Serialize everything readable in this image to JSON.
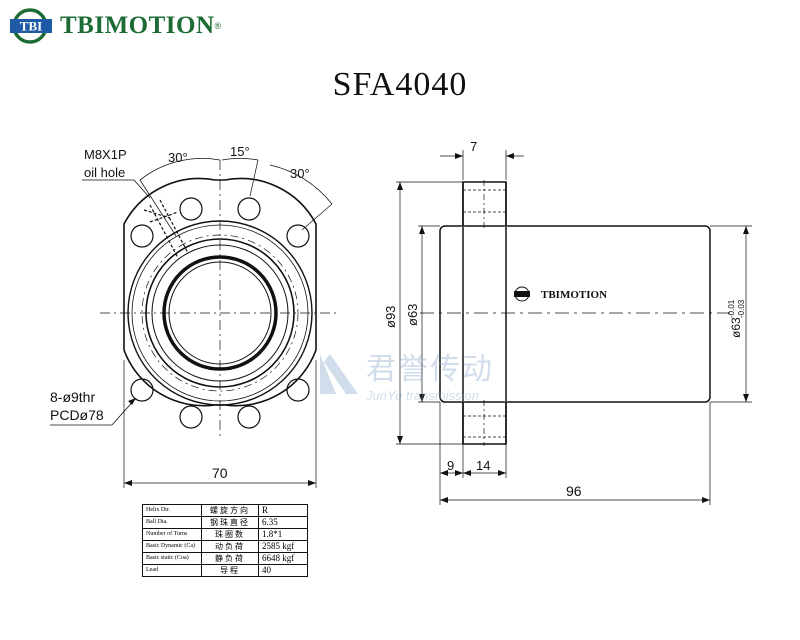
{
  "brand": {
    "badge": "TBI",
    "name": "TBIMOTION",
    "reg": "®"
  },
  "title": "SFA4040",
  "colors": {
    "brand_green": "#1d6b34",
    "brand_blue": "#1f5aa6",
    "line": "#111111",
    "watermark": "#7ea0c8"
  },
  "front_view": {
    "oil_hole_label_1": "M8X1P",
    "oil_hole_label_2": "oil hole",
    "angle_1": "30°",
    "angle_2": "15°",
    "angle_3": "30°",
    "bolt_label_1": "8-ø9thr",
    "bolt_label_2": "PCDø78",
    "width": "70"
  },
  "side_view": {
    "flange_thickness": "7",
    "flange_dia": "ø93",
    "body_dia": "ø63",
    "body_dia_tol": "ø63",
    "tol_upper": "-0.01",
    "tol_lower": "-0.03",
    "dim_9": "9",
    "dim_14": "14",
    "length": "96",
    "body_logo": "TBIMOTION"
  },
  "watermark": {
    "cn": "君誉传动",
    "en": "JunYu transmission"
  },
  "spec_table": [
    {
      "label": "Helix Dir.",
      "cn": "螺旋方向",
      "value": "R"
    },
    {
      "label": "Ball Dia.",
      "cn": "钢珠直径",
      "value": "6.35"
    },
    {
      "label": "Number of Turns",
      "cn": "珠圈数",
      "value": "1.8*1"
    },
    {
      "label": "Basic Dynamic (Ca)",
      "cn": "动负荷",
      "value": "2585 kgf"
    },
    {
      "label": "Basic static (Coa)",
      "cn": "静负荷",
      "value": "6648 kgf"
    },
    {
      "label": "Lead",
      "cn": "导程",
      "value": "40"
    }
  ]
}
